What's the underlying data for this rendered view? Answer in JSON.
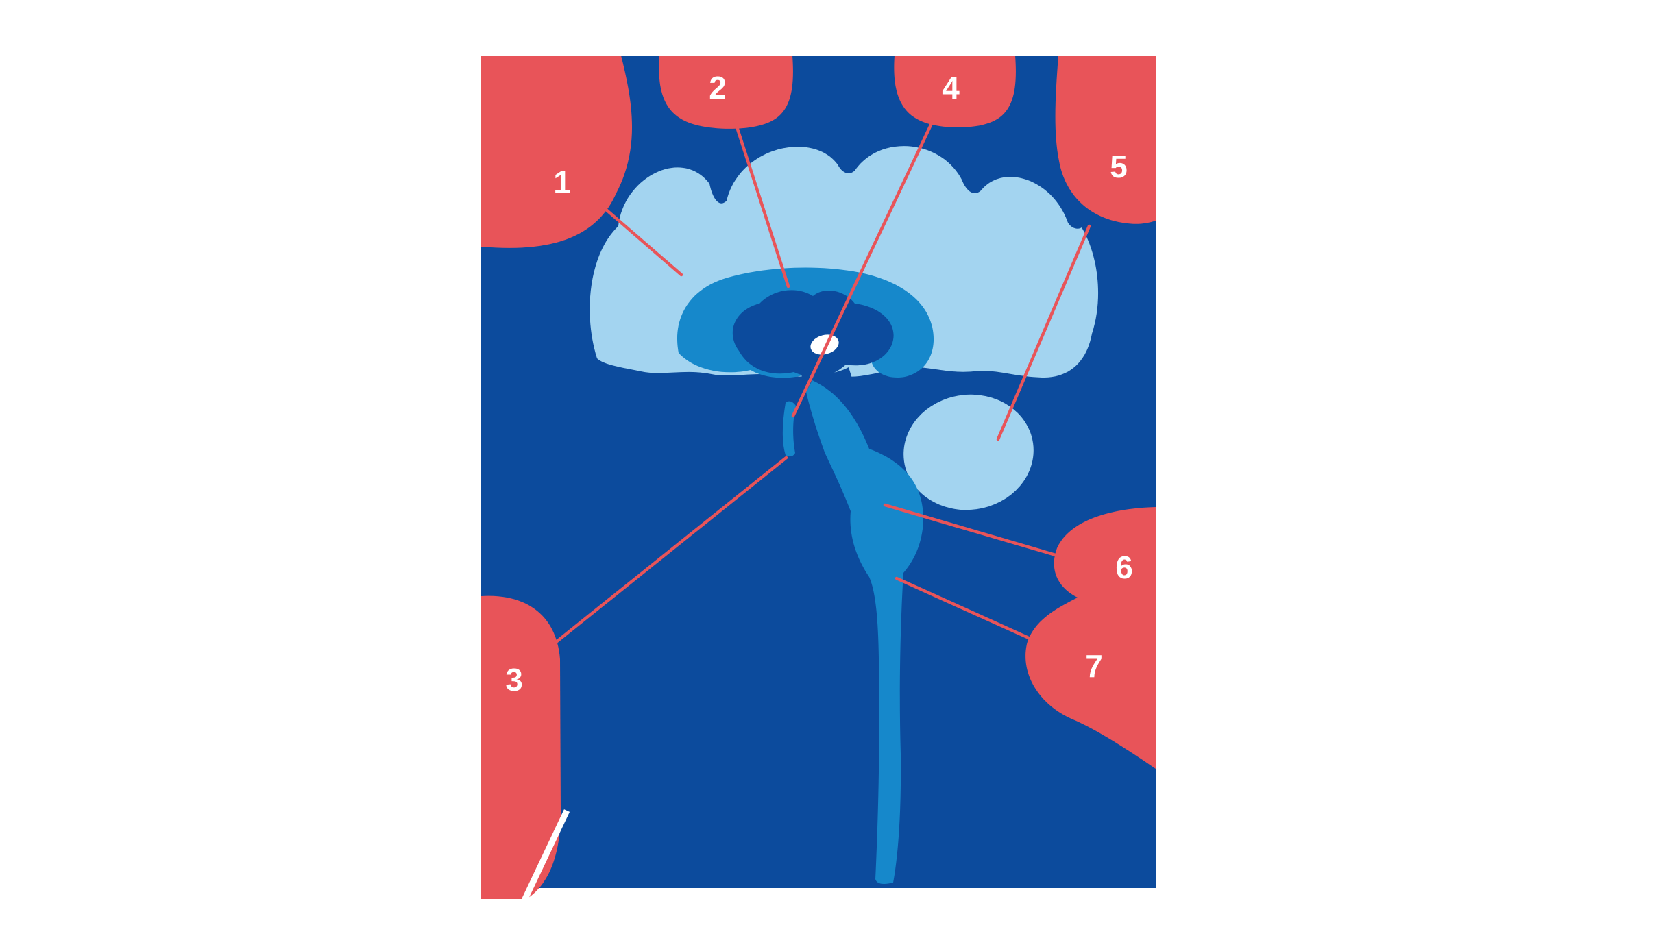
{
  "diagram": {
    "colors": {
      "page_background": "#ffffff",
      "panel_blue": "#0c4b9d",
      "brain_light_blue": "#a3d4f0",
      "brain_mid_blue": "#1688cb",
      "callout_red": "#e85459",
      "label_white": "#ffffff"
    },
    "labels": [
      {
        "number": "1"
      },
      {
        "number": "2"
      },
      {
        "number": "3"
      },
      {
        "number": "4"
      },
      {
        "number": "5"
      },
      {
        "number": "6"
      },
      {
        "number": "7"
      }
    ]
  }
}
